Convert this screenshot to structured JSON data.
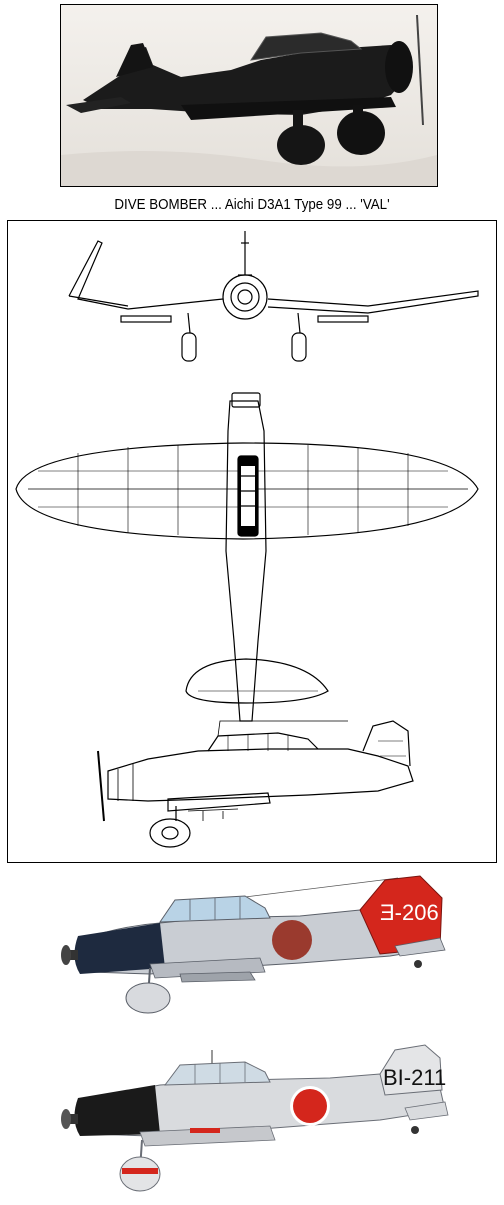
{
  "caption": "DIVE BOMBER ... Aichi D3A1 Type 99 ... 'VAL'",
  "profiles": {
    "first": {
      "tail_code": "Ǝ-206"
    },
    "second": {
      "tail_code": "BI-211"
    }
  },
  "colors": {
    "hinomaru": "#9a3a2e",
    "tail_red": "#d4261c",
    "cowling_dark": "#1e2a3f",
    "airframe_grey": "#c9cdd3"
  }
}
